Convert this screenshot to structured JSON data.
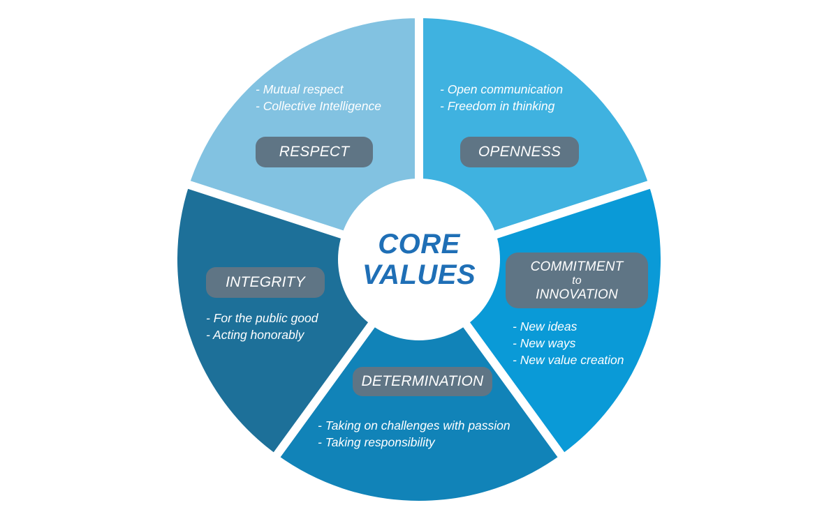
{
  "diagram": {
    "center": {
      "line1": "CORE",
      "line2": "VALUES"
    },
    "segments": [
      {
        "id": "respect",
        "label": "RESPECT",
        "color": "#82c2e1",
        "bullets": [
          "- Mutual respect",
          "- Collective Intelligence"
        ]
      },
      {
        "id": "openness",
        "label": "OPENNESS",
        "color": "#3fb2e0",
        "bullets": [
          "- Open communication",
          "- Freedom in thinking"
        ]
      },
      {
        "id": "commitment",
        "label_lines": [
          "COMMITMENT",
          "to",
          "INNOVATION"
        ],
        "color": "#0a9ad7",
        "bullets": [
          "- New ideas",
          "- New ways",
          "- New value creation"
        ]
      },
      {
        "id": "determination",
        "label": "DETERMINATION",
        "color": "#1183b8",
        "bullets": [
          "- Taking on challenges with passion",
          "- Taking responsibility"
        ]
      },
      {
        "id": "integrity",
        "label": "INTEGRITY",
        "color": "#1d7099",
        "bullets": [
          "- For the public good",
          "- Acting honorably"
        ]
      }
    ],
    "pill_color": "#5f7585",
    "center_text_color": "#1f6fb6"
  }
}
